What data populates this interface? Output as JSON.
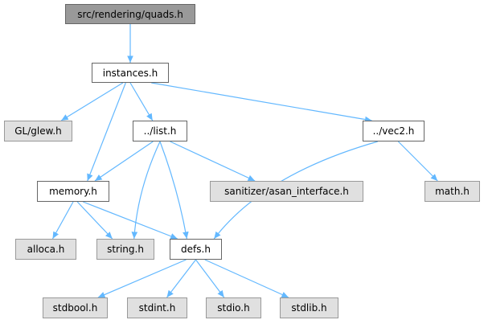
{
  "colors": {
    "edge": "#63b8ff",
    "root_fill": "#999999",
    "local_fill": "#ffffff",
    "system_fill": "#e0e0e0"
  },
  "nodes": {
    "quads": "src/rendering/quads.h",
    "instances": "instances.h",
    "glew": "GL/glew.h",
    "list": "../list.h",
    "vec2": "../vec2.h",
    "memory": "memory.h",
    "asan": "sanitizer/asan_interface.h",
    "math": "math.h",
    "alloca": "alloca.h",
    "string": "string.h",
    "defs": "defs.h",
    "stdbool": "stdbool.h",
    "stdint": "stdint.h",
    "stdio": "stdio.h",
    "stdlib": "stdlib.h"
  },
  "edges": [
    [
      "quads",
      "instances"
    ],
    [
      "instances",
      "glew"
    ],
    [
      "instances",
      "memory"
    ],
    [
      "instances",
      "list"
    ],
    [
      "instances",
      "vec2"
    ],
    [
      "list",
      "memory"
    ],
    [
      "list",
      "string"
    ],
    [
      "list",
      "defs"
    ],
    [
      "list",
      "asan"
    ],
    [
      "vec2",
      "defs"
    ],
    [
      "vec2",
      "math"
    ],
    [
      "memory",
      "alloca"
    ],
    [
      "memory",
      "string"
    ],
    [
      "memory",
      "defs"
    ],
    [
      "defs",
      "stdbool"
    ],
    [
      "defs",
      "stdint"
    ],
    [
      "defs",
      "stdio"
    ],
    [
      "defs",
      "stdlib"
    ]
  ]
}
